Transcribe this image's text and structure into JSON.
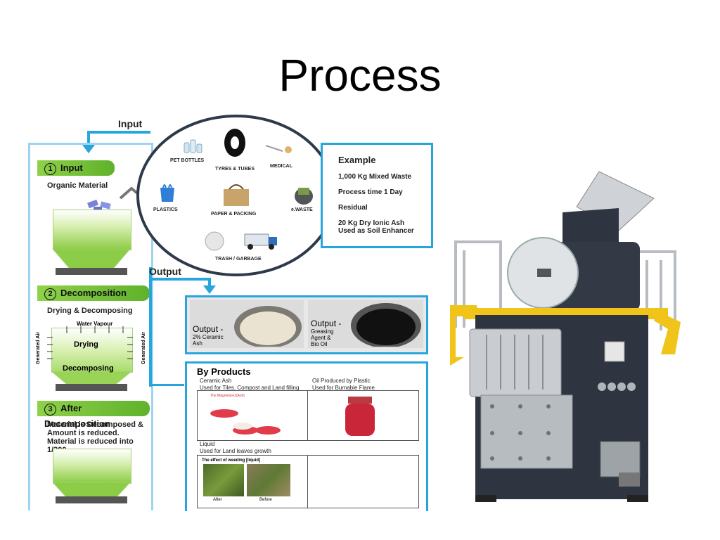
{
  "title": "Process",
  "input_label": "Input",
  "output_label": "Output",
  "steps": [
    {
      "num": "1",
      "title": "Input",
      "desc": "Organic Material"
    },
    {
      "num": "2",
      "title": "Decomposition",
      "desc": "Drying & Decomposing",
      "water_vapour": "Water Vapour",
      "generated_air": "Generated Air",
      "drying": "Drying",
      "decomposing": "Decomposing"
    },
    {
      "num": "3",
      "title": "After Decomposition",
      "lines": [
        "Material is Decomposed &",
        "Amount is reduced.",
        "Material is reduced into 1/300"
      ]
    }
  ],
  "waste_types": [
    "PET BOTTLES",
    "TYRES & TUBES",
    "MEDICAL",
    "PLASTICS",
    "PAPER & PACKING",
    "e.WASTE",
    "TRASH / GARBAGE"
  ],
  "example": {
    "heading": "Example",
    "lines": [
      "1,000 Kg Mixed Waste",
      "Process time 1 Day",
      "Residual",
      "20 Kg Dry Ionic Ash",
      "Used as Soil Enhancer"
    ]
  },
  "outputs": [
    {
      "label": "Output -",
      "sub1": "2% Ceramic",
      "sub2": "Ash"
    },
    {
      "label": "Output -",
      "sub1": "Greasing",
      "sub2": "Agent &",
      "sub3": "Bio Oil"
    }
  ],
  "by_products": {
    "heading": "By Products",
    "ceramic_title": "Ceramic Ash",
    "ceramic_use": "Used for Tiles, Compost and Land filling",
    "oil_title": "Oil Produced by Plastic",
    "oil_use": "Used for Burnable Flame",
    "liquid_title": "Liquid",
    "liquid_use": "Used for Land leaves growth",
    "photo_caption_1": "The Magnetized [Ash]",
    "photo_caption_2": "The effect of weeding [liquid]",
    "after": "After",
    "before": "Before"
  },
  "colors": {
    "accent_blue": "#29a5dd",
    "step_green": "#7cc23a",
    "machine_dark": "#2f3540",
    "machine_yellow": "#f0c419"
  }
}
